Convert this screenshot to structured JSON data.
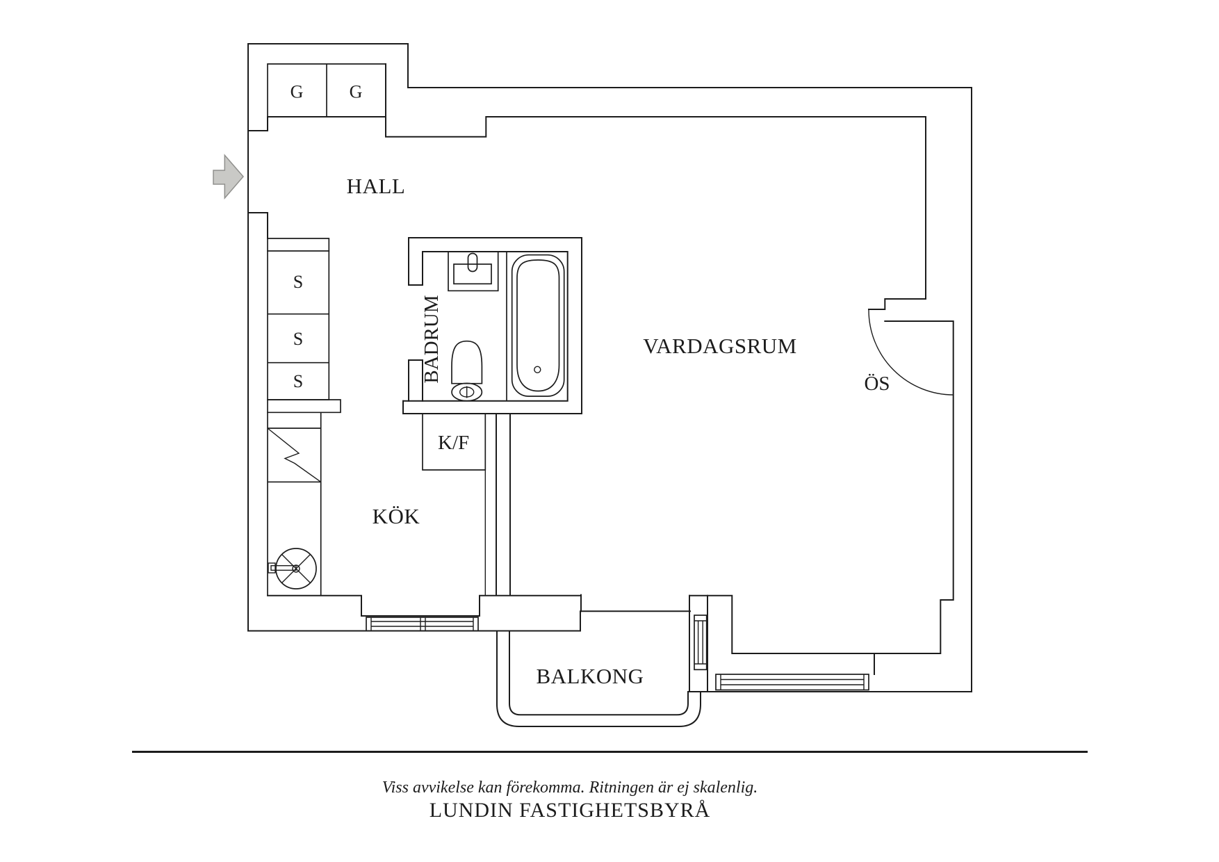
{
  "floorplan": {
    "colors": {
      "line": "#1c1c1c",
      "arrow_fill": "#c9c9c6",
      "arrow_stroke": "#90908d"
    },
    "labels": {
      "hall": "HALL",
      "badrum": "BADRUM",
      "vardagsrum": "VARDAGSRUM",
      "kok": "KÖK",
      "balkong": "BALKONG",
      "kf": "K/F",
      "os": "ÖS",
      "g1": "G",
      "g2": "G",
      "s1": "S",
      "s2": "S",
      "s3": "S"
    }
  },
  "footer": {
    "disclaimer": "Viss avvikelse kan förekomma. Ritningen är ej skalenlig.",
    "brand": "LUNDIN FASTIGHETSBYRÅ"
  }
}
